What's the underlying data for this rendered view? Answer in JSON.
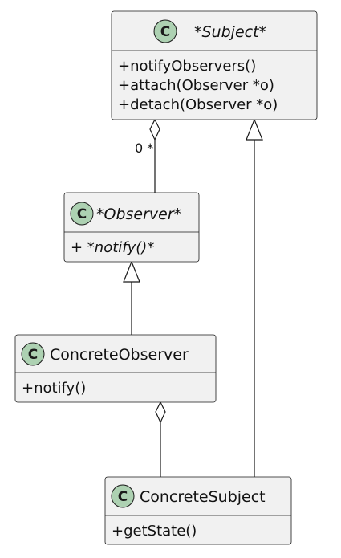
{
  "diagram": {
    "classes": {
      "subject": {
        "stereotype_letter": "C",
        "name": "*Subject*",
        "methods": [
          "+notifyObservers()",
          "+attach(Observer *o)",
          "+detach(Observer *o)"
        ]
      },
      "observer": {
        "stereotype_letter": "C",
        "name": "*Observer*",
        "methods": [
          "+ *notify()*"
        ]
      },
      "concrete_observer": {
        "stereotype_letter": "C",
        "name": "ConcreteObserver",
        "methods": [
          "+notify()"
        ]
      },
      "concrete_subject": {
        "stereotype_letter": "C",
        "name": "ConcreteSubject",
        "methods": [
          "+getState()"
        ]
      }
    },
    "relations": {
      "subject_observer_multiplicity": "0 *"
    },
    "colors": {
      "class_fill": "#f1f1f1",
      "border": "#181818",
      "class_circle": "#add1b2"
    }
  }
}
